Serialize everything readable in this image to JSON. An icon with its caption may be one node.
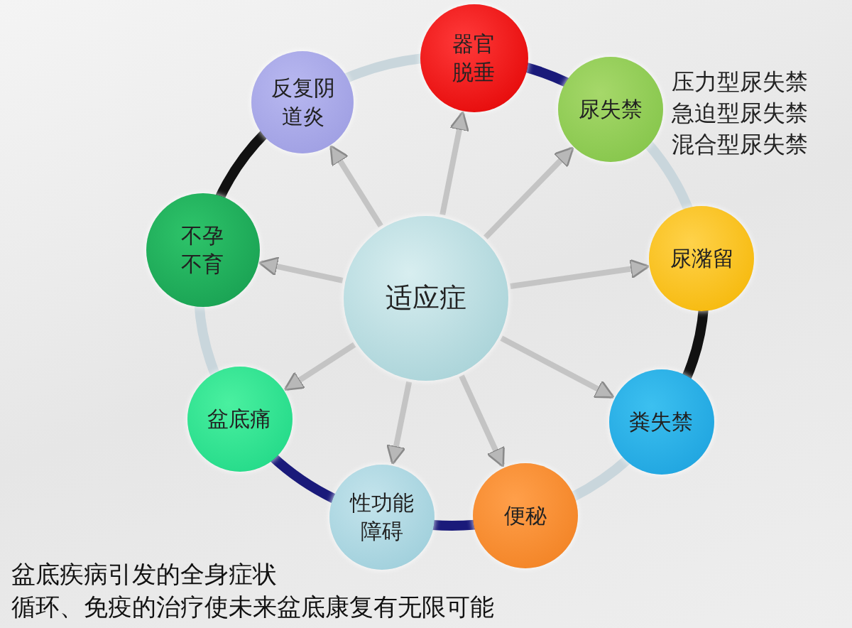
{
  "diagram": {
    "nodes": [
      {
        "text": [
          "适应症"
        ]
      },
      {
        "text": [
          "器官脱垂"
        ]
      },
      {
        "text": [
          "尿失禁"
        ],
        "beside": [
          "压力型尿失禁",
          "急迫型尿失禁",
          "混合型尿失禁"
        ]
      },
      {
        "text": [
          "尿潴留"
        ]
      },
      {
        "text": [
          "粪失禁"
        ]
      },
      {
        "text": [
          "便秘"
        ]
      },
      {
        "text": [
          "性功能障碍"
        ]
      },
      {
        "text": [
          "盆底痛"
        ]
      },
      {
        "text": [
          "不孕不育"
        ]
      },
      {
        "text": [
          "反复阴道炎"
        ]
      }
    ],
    "edges": [
      {
        "from": 0,
        "to": 1,
        "arrow": "to"
      },
      {
        "from": 0,
        "to": 2,
        "arrow": "to"
      },
      {
        "from": 0,
        "to": 3,
        "arrow": "to"
      },
      {
        "from": 0,
        "to": 4,
        "arrow": "to"
      },
      {
        "from": 0,
        "to": 5,
        "arrow": "to"
      },
      {
        "from": 0,
        "to": 6,
        "arrow": "to"
      },
      {
        "from": 0,
        "to": 7,
        "arrow": "to"
      },
      {
        "from": 0,
        "to": 8,
        "arrow": "to"
      },
      {
        "from": 0,
        "to": 9,
        "arrow": "to"
      },
      {
        "from": 1,
        "to": 2,
        "arrow": "none",
        "color": "#1a1a7a"
      },
      {
        "from": 2,
        "to": 3,
        "arrow": "none"
      },
      {
        "from": 3,
        "to": 4,
        "arrow": "none",
        "color": "#111111"
      },
      {
        "from": 4,
        "to": 5,
        "arrow": "none"
      },
      {
        "from": 5,
        "to": 6,
        "arrow": "none",
        "color": "#1a1a7a"
      },
      {
        "from": 6,
        "to": 7,
        "arrow": "none",
        "color": "#1a1a7a"
      },
      {
        "from": 7,
        "to": 8,
        "arrow": "none"
      },
      {
        "from": 8,
        "to": 9,
        "arrow": "none",
        "color": "#111111"
      },
      {
        "from": 9,
        "to": 1,
        "arrow": "none"
      }
    ],
    "labels": [
      "盆底疾病引发的全身症状",
      "循环、免疫的治疗使未来盆底康复有无限可能"
    ]
  }
}
